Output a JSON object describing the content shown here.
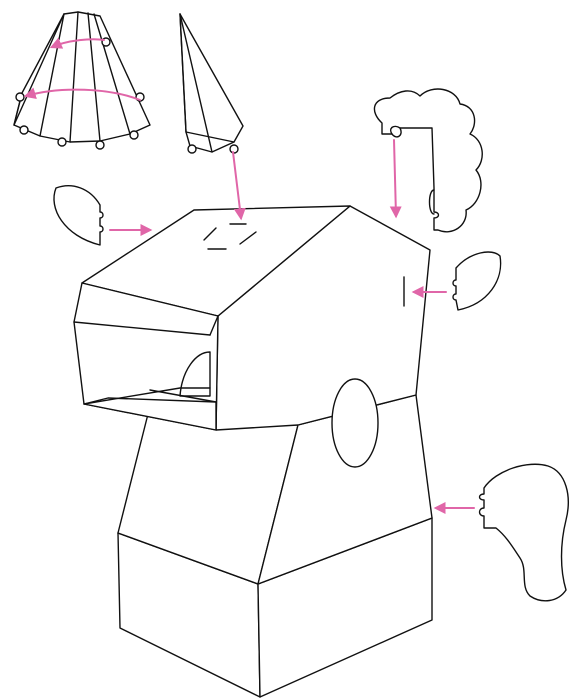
{
  "diagram": {
    "description_visible_text": "",
    "colors": {
      "line": "#111111",
      "arrow": "#e066a8",
      "background": "#ffffff"
    },
    "parts": [
      {
        "id": "cone-skirt",
        "icon": "pleated-cone-icon"
      },
      {
        "id": "horn",
        "icon": "spike-horn-icon"
      },
      {
        "id": "left-ear",
        "icon": "leaf-ear-icon"
      },
      {
        "id": "right-ear",
        "icon": "leaf-ear-icon"
      },
      {
        "id": "cloud-mane",
        "icon": "cloud-tab-icon"
      },
      {
        "id": "tail",
        "icon": "wavy-tail-icon"
      },
      {
        "id": "box-body",
        "icon": "cardboard-box-icon"
      }
    ]
  }
}
